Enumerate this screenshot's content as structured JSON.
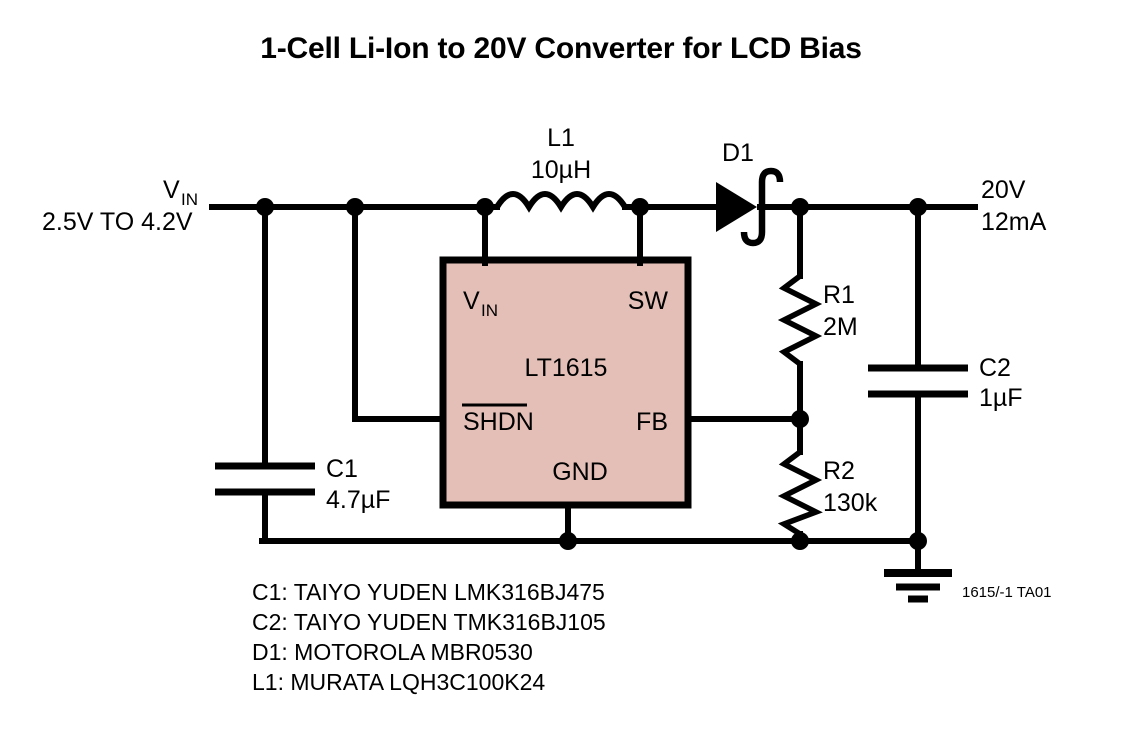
{
  "title": "1-Cell Li-Ion to 20V Converter for LCD Bias",
  "input": {
    "name": "V",
    "name_sub": "IN",
    "range": "2.5V TO 4.2V"
  },
  "output": {
    "voltage": "20V",
    "current": "12mA"
  },
  "ic": {
    "part": "LT1615",
    "fill_color": "#E3BFB8",
    "pins": {
      "vin": "V",
      "vin_sub": "IN",
      "sw": "SW",
      "shdn": "SHDN",
      "fb": "FB",
      "gnd": "GND"
    }
  },
  "components": {
    "l1": {
      "ref": "L1",
      "value": "10µH"
    },
    "d1": {
      "ref": "D1"
    },
    "c1": {
      "ref": "C1",
      "value": "4.7µF"
    },
    "c2": {
      "ref": "C2",
      "value": "1µF"
    },
    "r1": {
      "ref": "R1",
      "value": "2M"
    },
    "r2": {
      "ref": "R2",
      "value": "130k"
    }
  },
  "notes": [
    "C1: TAIYO YUDEN LMK316BJ475",
    "C2: TAIYO YUDEN TMK316BJ105",
    "D1: MOTOROLA MBR0530",
    "L1: MURATA LQH3C100K24"
  ],
  "figure_id": "1615/-1 TA01"
}
